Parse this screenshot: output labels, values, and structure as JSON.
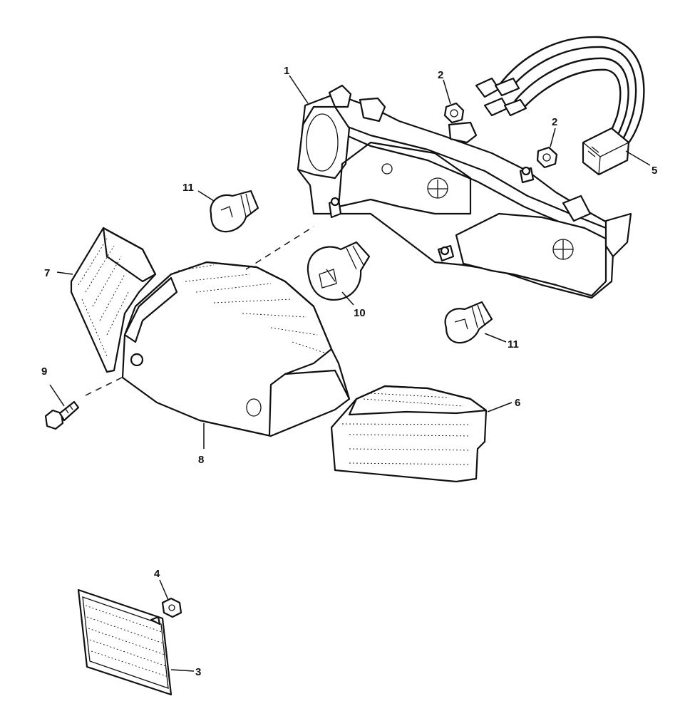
{
  "callouts": [
    {
      "id": "c1",
      "label": "1"
    },
    {
      "id": "c2a",
      "label": "2"
    },
    {
      "id": "c2b",
      "label": "2"
    },
    {
      "id": "c3",
      "label": "3"
    },
    {
      "id": "c4",
      "label": "4"
    },
    {
      "id": "c5",
      "label": "5"
    },
    {
      "id": "c6",
      "label": "6"
    },
    {
      "id": "c7",
      "label": "7"
    },
    {
      "id": "c8",
      "label": "8"
    },
    {
      "id": "c9",
      "label": "9"
    },
    {
      "id": "c10",
      "label": "10"
    },
    {
      "id": "c11a",
      "label": "11"
    },
    {
      "id": "c11b",
      "label": "11"
    }
  ]
}
